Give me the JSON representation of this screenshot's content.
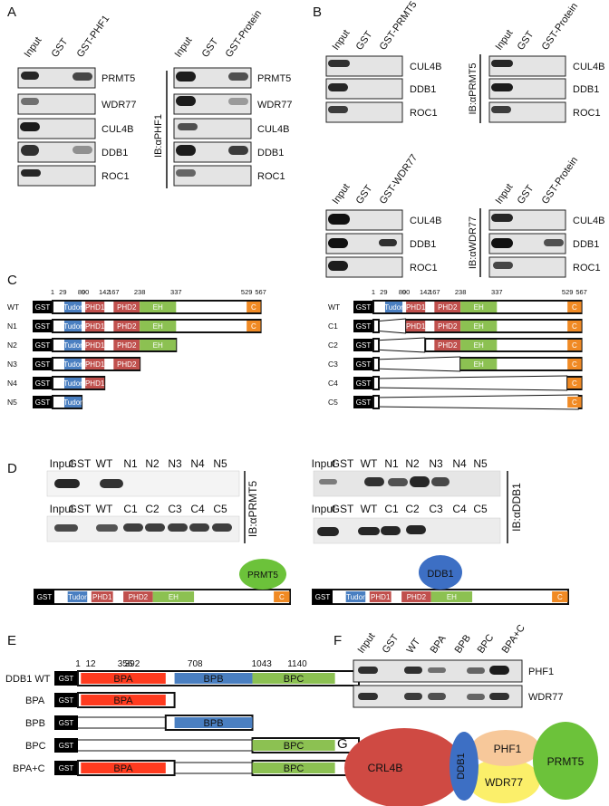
{
  "panels": {
    "A": {
      "label": "A",
      "left": {
        "lanes": [
          "Input",
          "GST",
          "GST-PHF1"
        ],
        "rows": [
          "PRMT5",
          "WDR77",
          "CUL4B",
          "DDB1",
          "ROC1"
        ]
      },
      "right": {
        "lanes": [
          "Input",
          "GST",
          "GST-Protein"
        ],
        "rows": [
          "PRMT5",
          "WDR77",
          "CUL4B",
          "DDB1",
          "ROC1"
        ]
      },
      "ib": "IB:αPHF1"
    },
    "B": {
      "label": "B",
      "top_left": {
        "lanes": [
          "Input",
          "GST",
          "GST-PRMT5"
        ],
        "rows": [
          "CUL4B",
          "DDB1",
          "ROC1"
        ]
      },
      "top_right": {
        "lanes": [
          "Input",
          "GST",
          "GST-Protein"
        ],
        "rows": [
          "CUL4B",
          "DDB1",
          "ROC1"
        ]
      },
      "ib_top": "IB:αPRMT5",
      "bottom_left": {
        "lanes": [
          "Input",
          "GST",
          "GST-WDR77"
        ],
        "rows": [
          "CUL4B",
          "DDB1",
          "ROC1"
        ]
      },
      "bottom_right": {
        "lanes": [
          "Input",
          "GST",
          "GST-Protein"
        ],
        "rows": [
          "CUL4B",
          "DDB1",
          "ROC1"
        ]
      },
      "ib_bottom": "IB:αWDR77"
    },
    "C": {
      "label": "C",
      "positions": [
        "1",
        "29",
        "80",
        "90",
        "142",
        "167",
        "238",
        "337",
        "529",
        "567"
      ],
      "domains": {
        "gst": "GST",
        "tudor": "Tudor",
        "phd1": "PHD1",
        "phd2": "PHD2",
        "eh": "EH",
        "c": "C"
      },
      "n_constructs": [
        "WT",
        "N1",
        "N2",
        "N3",
        "N4",
        "N5"
      ],
      "c_constructs": [
        "WT",
        "C1",
        "C2",
        "C3",
        "C4",
        "C5"
      ]
    },
    "D": {
      "label": "D",
      "left_top_lanes": [
        "Input",
        "GST",
        "WT",
        "N1",
        "N2",
        "N3",
        "N4",
        "N5"
      ],
      "left_bottom_lanes": [
        "Input",
        "GST",
        "WT",
        "C1",
        "C2",
        "C3",
        "C4",
        "C5"
      ],
      "right_top_lanes": [
        "Input",
        "GST",
        "WT",
        "N1",
        "N2",
        "N3",
        "N4",
        "N5"
      ],
      "right_bottom_lanes": [
        "Input",
        "GST",
        "WT",
        "C1",
        "C2",
        "C3",
        "C4",
        "C5"
      ],
      "ib_left": "IB:αPRMT5",
      "ib_right": "IB:αDDB1",
      "bubble_left": "PRMT5",
      "bubble_right": "DDB1"
    },
    "E": {
      "label": "E",
      "positions": [
        "1",
        "12",
        "356",
        "392",
        "708",
        "1043",
        "1140"
      ],
      "domains": {
        "gst": "GST",
        "bpa": "BPA",
        "bpb": "BPB",
        "bpc": "BPC"
      },
      "constructs": [
        "DDB1 WT",
        "BPA",
        "BPB",
        "BPC",
        "BPA+C"
      ]
    },
    "F": {
      "label": "F",
      "lanes": [
        "Input",
        "GST",
        "WT",
        "BPA",
        "BPB",
        "BPC",
        "BPA+C"
      ],
      "rows": [
        "PHF1",
        "WDR77"
      ]
    },
    "G": {
      "label": "G",
      "nodes": {
        "crl4b": "CRL4B",
        "ddb1": "DDB1",
        "phf1": "PHF1",
        "wdr77": "WDR77",
        "prmt5": "PRMT5"
      }
    }
  },
  "colors": {
    "tudor": "#4a7fc1",
    "phd": "#c0504d",
    "eh": "#8cc152",
    "c": "#f08a24",
    "gst": "#000000",
    "bpa": "#ff3b1f",
    "bpb": "#4a7fc1",
    "bpc": "#8cc152",
    "crl4b": "#cf4a43",
    "ddb1": "#3d6fc4",
    "phf1": "#f7c89a",
    "wdr77": "#fbef6a",
    "prmt5": "#6cc23a"
  }
}
